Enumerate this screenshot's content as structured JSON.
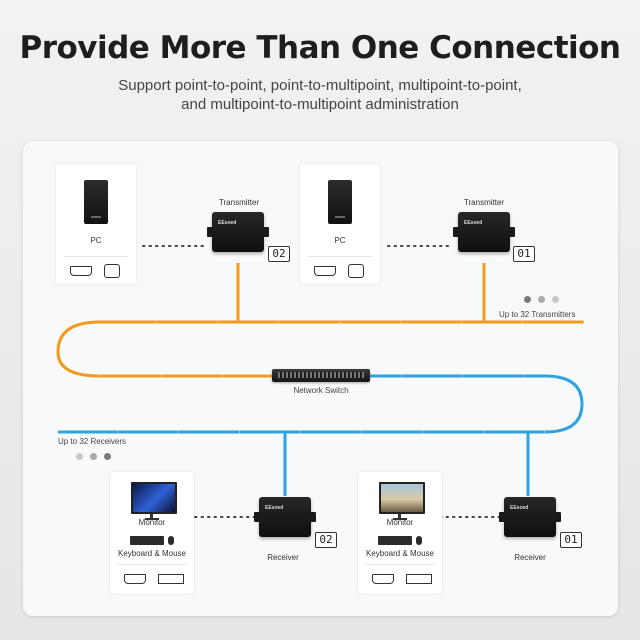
{
  "header": {
    "title": "Provide More Than One Connection",
    "subtitle_line1": "Support point-to-point, point-to-multipoint, multipoint-to-point,",
    "subtitle_line2": "and multipoint-to-multipoint administration"
  },
  "colors": {
    "transmit_line": "#f39a1e",
    "receive_line": "#2ea3e0",
    "dot_dark": "#7a7a7a",
    "dot_light": "#c8c8c8"
  },
  "sources": [
    {
      "card_label": "PC",
      "device_label": "Transmitter",
      "unit_number": "02",
      "brand": "EEsoed"
    },
    {
      "card_label": "PC",
      "device_label": "Transmitter",
      "unit_number": "01",
      "brand": "EEsoed"
    }
  ],
  "sinks": [
    {
      "monitor_label": "Monitor",
      "input_label": "Keyboard & Mouse",
      "device_label": "Receiver",
      "unit_number": "02",
      "brand": "EEsoed"
    },
    {
      "monitor_label": "Monitor",
      "input_label": "Keyboard & Mouse",
      "device_label": "Receiver",
      "unit_number": "01",
      "brand": "EEsoed"
    }
  ],
  "network": {
    "switch_label": "Network Switch",
    "transmitters_note": "Up to 32 Transmitters",
    "receivers_note": "Up to 32 Receivers"
  },
  "icons": [
    "pc-tower-icon",
    "hdmi-port-icon",
    "usb-b-port-icon",
    "usb-a-port-icon",
    "monitor-icon",
    "keyboard-icon",
    "mouse-icon",
    "network-switch-icon"
  ]
}
